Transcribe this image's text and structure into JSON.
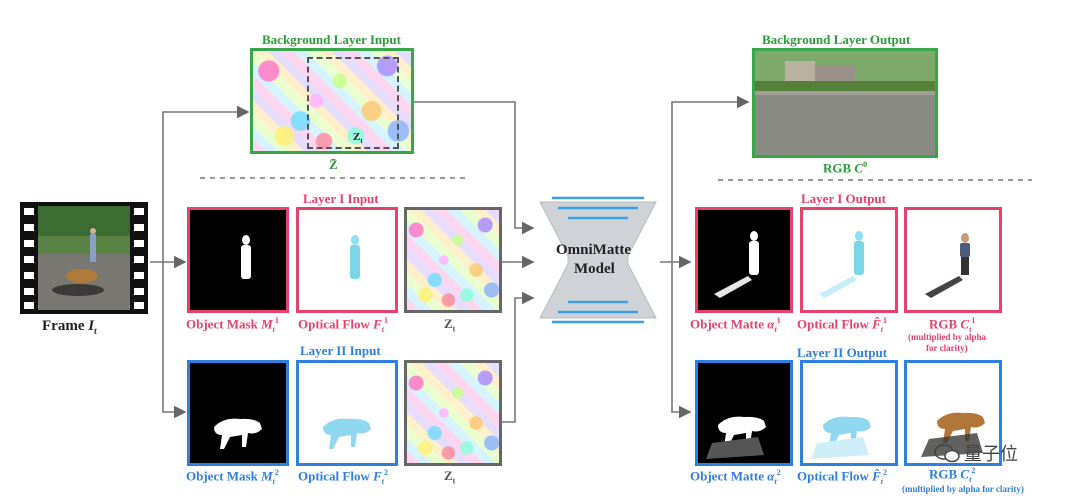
{
  "frame": {
    "label": "Frame",
    "symbol": "I",
    "subscript": "t"
  },
  "background_input": {
    "title": "Background Layer Input",
    "inner_label": "Z",
    "inner_sub": "t",
    "caption": "Z̄"
  },
  "background_output": {
    "title": "Background Layer Output",
    "caption": "RGB",
    "symbol": "C",
    "superscript": "0"
  },
  "layer1_input": {
    "title": "Layer I Input",
    "mask": {
      "label": "Object Mask",
      "symbol": "M",
      "sub": "t",
      "sup": "1"
    },
    "flow": {
      "label": "Optical Flow",
      "symbol": "F",
      "sub": "t",
      "sup": "1"
    },
    "noise": {
      "symbol": "Z",
      "sub": "t"
    }
  },
  "layer2_input": {
    "title": "Layer II Input",
    "mask": {
      "label": "Object Mask",
      "symbol": "M",
      "sub": "t",
      "sup": "2"
    },
    "flow": {
      "label": "Optical Flow",
      "symbol": "F",
      "sub": "t",
      "sup": "2"
    },
    "noise": {
      "symbol": "Z",
      "sub": "t"
    }
  },
  "model": {
    "line1": "OmniMatte",
    "line2": "Model"
  },
  "layer1_output": {
    "title": "Layer I Output",
    "matte": {
      "label": "Object Matte",
      "symbol": "α",
      "sub": "t",
      "sup": "1"
    },
    "flow": {
      "label": "Optical Flow",
      "symbol": "F̂",
      "sub": "t",
      "sup": "1"
    },
    "rgb": {
      "label": "RGB",
      "symbol": "C",
      "sub": "t",
      "sup": "1"
    },
    "rgb_note_line1": "(multiplied by alpha",
    "rgb_note_line2": "for clarity)"
  },
  "layer2_output": {
    "title": "Layer II Output",
    "matte": {
      "label": "Object Matte",
      "symbol": "α",
      "sub": "t",
      "sup": "2"
    },
    "flow": {
      "label": "Optical Flow",
      "symbol": "F̂",
      "sub": "t",
      "sup": "2"
    },
    "rgb": {
      "label": "RGB",
      "symbol": "C",
      "sub": "t",
      "sup": "2"
    },
    "rgb_note": "(multiplied by alpha for clarity)"
  },
  "watermark": {
    "text": "量子位"
  },
  "colors": {
    "green": "#3aa64a",
    "pink": "#e8416b",
    "blue": "#2f7fe0",
    "model_lines": "#3aa0e8"
  }
}
